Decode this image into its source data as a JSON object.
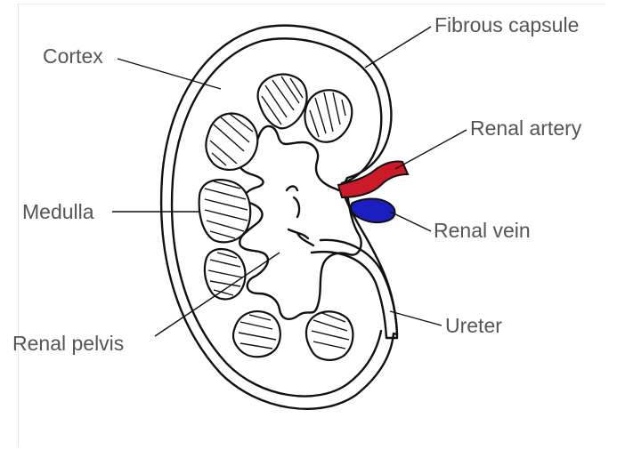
{
  "labels": {
    "fibrous_capsule": "Fibrous capsule",
    "cortex": "Cortex",
    "renal_artery": "Renal artery",
    "medulla": "Medulla",
    "renal_vein": "Renal vein",
    "ureter": "Ureter",
    "renal_pelvis": "Renal pelvis"
  },
  "colors": {
    "outline": "#111111",
    "label_text": "#555555",
    "artery": "#cc1a2a",
    "vein": "#1b1fc0"
  }
}
